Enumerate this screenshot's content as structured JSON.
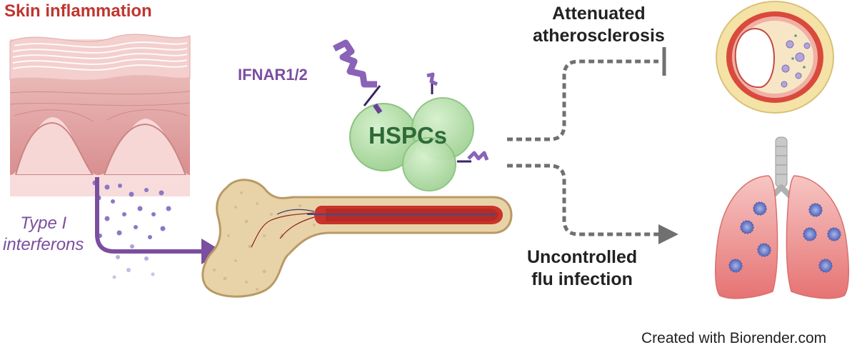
{
  "labels": {
    "skin_inflammation": "Skin inflammation",
    "ifnar": "IFNAR1/2",
    "type_i_line1": "Type I",
    "type_i_line2": "interferons",
    "hspcs": "HSPCs",
    "attenuated_line1": "Attenuated",
    "attenuated_line2": "atherosclerosis",
    "uncontrolled_line1": "Uncontrolled",
    "uncontrolled_line2": "flu infection",
    "credit": "Created with Biorender.com"
  },
  "icons": [
    "skin-tissue-icon",
    "interferon-particles-icon",
    "bone-marrow-icon",
    "hspc-cells-icon",
    "ifnar-receptor-icon",
    "artery-cross-section-icon",
    "lungs-icon",
    "influenza-virus-icon"
  ],
  "colors": {
    "skin_title": "#c0352f",
    "interferon_purple": "#7a4ea0",
    "hspc_green": "#2f6a3a",
    "hspc_fill": "#bfe3b4",
    "bone": "#e8d3a8",
    "marrow_red": "#c8342b",
    "dashed_arrow": "#707070",
    "lung": "#ec8d8d",
    "virus": "#6f7fc9"
  }
}
